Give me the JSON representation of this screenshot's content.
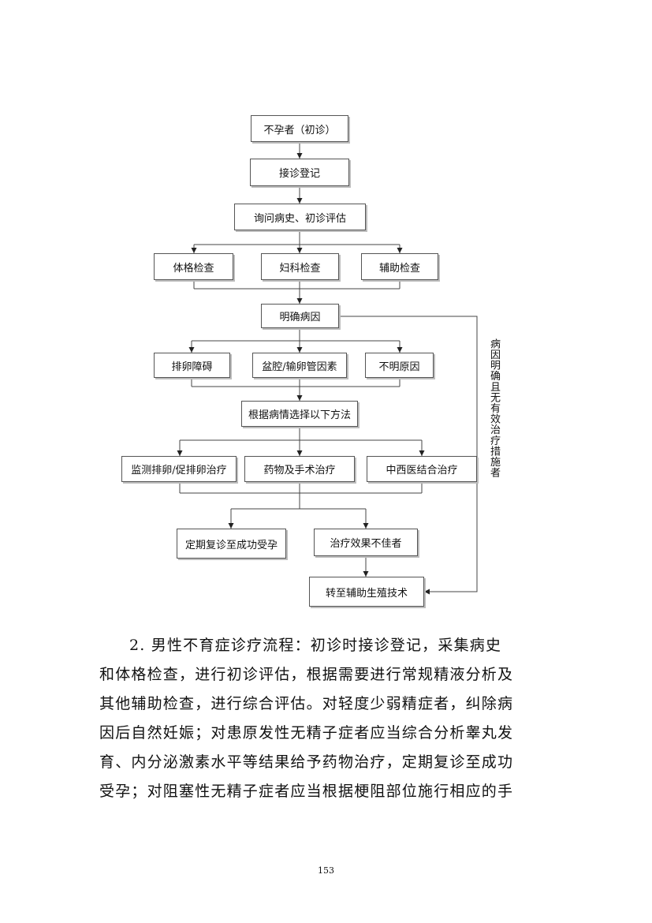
{
  "flowchart": {
    "start": "不孕者（初诊）",
    "register": "接诊登记",
    "history": "询问病史、初诊评估",
    "exam_physical": "体格检查",
    "exam_gyn": "妇科检查",
    "exam_aux": "辅助检查",
    "diagnosis": "明确病因",
    "cause_ovulation": "排卵障碍",
    "cause_pelvic": "盆腔/输卵管因素",
    "cause_unknown": "不明原因",
    "choose_method": "根据病情选择以下方法",
    "treat_monitor": "监测排卵/促排卵治疗",
    "treat_drug": "药物及手术治疗",
    "treat_tcm": "中西医结合治疗",
    "followup": "定期复诊至成功受孕",
    "poor_effect": "治疗效果不佳者",
    "art": "转至辅助生殖技术",
    "side_label": "病因明确且无有效治疗措施者"
  },
  "paragraph": {
    "lines": [
      "2. 男性不育症诊疗流程：初诊时接诊登记，采集病史",
      "和体格检查，进行初诊评估，根据需要进行常规精液分析及",
      "其他辅助检查，进行综合评估。对轻度少弱精症者，纠除病",
      "因后自然妊娠；对患原发性无精子症者应当综合分析睾丸发",
      "育、内分泌激素水平等结果给予药物治疗，定期复诊至成功",
      "受孕；对阻塞性无精子症者应当根据梗阻部位施行相应的手"
    ]
  },
  "page_number": "153"
}
